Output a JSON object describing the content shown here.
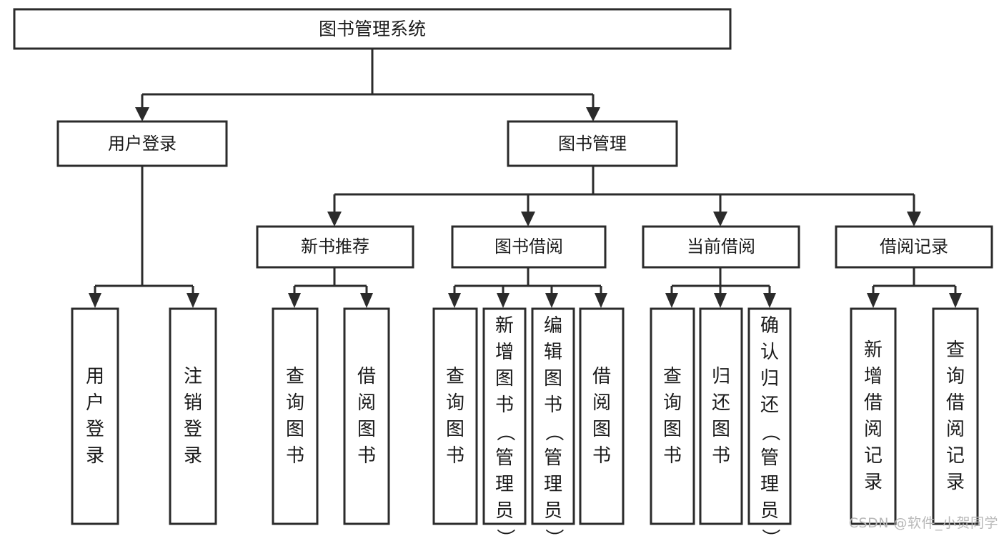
{
  "diagram": {
    "type": "hierarchy-tree",
    "title": "图书管理系统",
    "orientation": "top-down",
    "watermark": "CSDN @软件_小贺同学",
    "colors": {
      "box_stroke": "#2b2b2b",
      "box_fill": "#ffffff",
      "edge": "#2b2b2b",
      "text": "#1a1a1a",
      "watermark": "#b8b8b8"
    },
    "levels": {
      "level0": {
        "label": "图书管理系统"
      },
      "level1": [
        {
          "id": "user-login",
          "label": "用户登录"
        },
        {
          "id": "book-manage",
          "label": "图书管理"
        }
      ],
      "level2": [
        {
          "id": "new-book-rec",
          "label": "新书推荐"
        },
        {
          "id": "book-borrow",
          "label": "图书借阅"
        },
        {
          "id": "current-borrow",
          "label": "当前借阅"
        },
        {
          "id": "borrow-record",
          "label": "借阅记录"
        }
      ],
      "level3": {
        "user-login": [
          {
            "id": "leaf-user-login",
            "label": "用户登录"
          },
          {
            "id": "leaf-user-logout",
            "label": "注销登录"
          }
        ],
        "new-book-rec": [
          {
            "id": "leaf-query-book-1",
            "label": "查询图书"
          },
          {
            "id": "leaf-borrow-book-1",
            "label": "借阅图书"
          }
        ],
        "book-borrow": [
          {
            "id": "leaf-query-book-2",
            "label": "查询图书"
          },
          {
            "id": "leaf-add-book",
            "label": "新增图书（管理员）"
          },
          {
            "id": "leaf-edit-book",
            "label": "编辑图书（管理员）"
          },
          {
            "id": "leaf-borrow-book-2",
            "label": "借阅图书"
          }
        ],
        "current-borrow": [
          {
            "id": "leaf-query-book-3",
            "label": "查询图书"
          },
          {
            "id": "leaf-return-book",
            "label": "归还图书"
          },
          {
            "id": "leaf-confirm-return",
            "label": "确认归还（管理员）"
          }
        ],
        "borrow-record": [
          {
            "id": "leaf-add-record",
            "label": "新增借阅记录"
          },
          {
            "id": "leaf-query-record",
            "label": "查询借阅记录"
          }
        ]
      }
    }
  }
}
